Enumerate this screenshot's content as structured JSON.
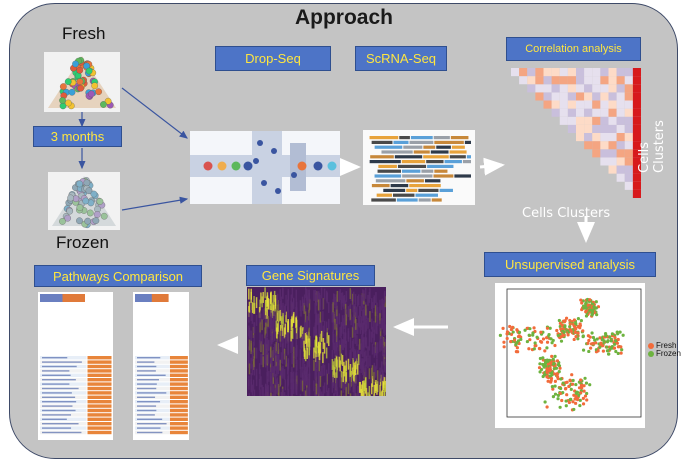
{
  "title": "Approach",
  "labels": {
    "fresh": "Fresh",
    "frozen": "Frozen",
    "cells_clusters_vertical": "Cells Clusters",
    "cells_clusters_horizontal": "Cells Clusters"
  },
  "boxes": {
    "drop_seq": "Drop-Seq",
    "scrna_seq": "ScRNA-Seq",
    "correlation": "Correlation analysis",
    "three_months": "3 months",
    "unsupervised": "Unsupervised analysis",
    "gene_signatures": "Gene Signatures",
    "pathways": "Pathways Comparison"
  },
  "tsne_legend": {
    "fresh": "Fresh",
    "frozen": "Frozen",
    "fresh_color": "#f26b3a",
    "frozen_color": "#6db33f"
  },
  "colors": {
    "panel": "#c4c4c4",
    "box_fill": "#4d74c7",
    "box_text": "#ffe640",
    "arrow_blue": "#3a55a0"
  }
}
